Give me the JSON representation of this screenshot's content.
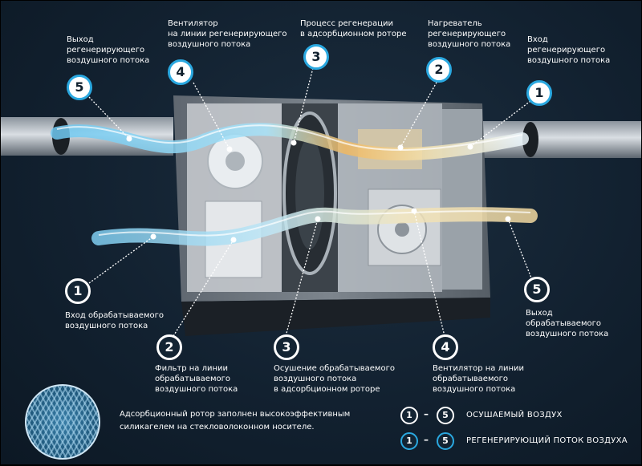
{
  "labels": {
    "top5": [
      "Выход",
      "регенерирующего",
      "воздушного потока"
    ],
    "top4": [
      "Вентилятор",
      "на линии регенерирующего",
      "воздушного потока"
    ],
    "top3": [
      "Процесс регенерации",
      "в адсорбционном роторе"
    ],
    "top2": [
      "Нагреватель",
      "регенерирующего",
      "воздушного потока"
    ],
    "top1": [
      "Вход",
      "регенерирующего",
      "воздушного потока"
    ],
    "bot1": [
      "Вход обрабатываемого",
      "воздушного потока"
    ],
    "bot2": [
      "Фильтр на линии",
      "обрабатываемого",
      "воздушного потока"
    ],
    "bot3": [
      "Осушение обрабатываемого",
      "воздушного потока",
      "в адсорбционном роторе"
    ],
    "bot4": [
      "Вентилятор на линии",
      "обрабатываемого",
      "воздушного потока"
    ],
    "bot5": [
      "Выход",
      "обрабатываемого",
      "воздушного потока"
    ]
  },
  "badges": {
    "top5": "5",
    "top4": "4",
    "top3": "3",
    "top2": "2",
    "top1": "1",
    "bot1": "1",
    "bot2": "2",
    "bot3": "3",
    "bot4": "4",
    "bot5": "5"
  },
  "note": {
    "line1": "Адсорбционный ротор заполнен высокоэффективным",
    "line2": "силикагелем на стекловолоконном носителе."
  },
  "legend": {
    "row1": {
      "from": "1",
      "dash": "–",
      "to": "5",
      "text": "ОСУШАЕМЫЙ ВОЗДУХ"
    },
    "row2": {
      "from": "1",
      "dash": "–",
      "to": "5",
      "text": "РЕГЕНЕРИРУЮЩИЙ ПОТОК ВОЗДУХА"
    }
  },
  "colors": {
    "accent_blue": "#2aa8e0",
    "regeneration_flow": "#7fd3f5",
    "heated_flow": "#f0b860",
    "process_flow": "#bfe6f5"
  }
}
